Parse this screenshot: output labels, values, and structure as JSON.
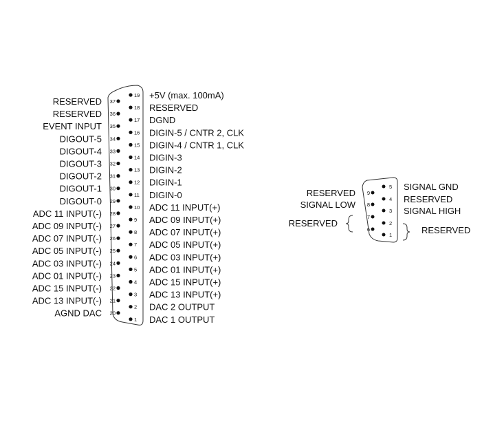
{
  "db37": {
    "right_pins": [
      {
        "num": "19",
        "label": "+5V (max. 100mA)"
      },
      {
        "num": "18",
        "label": "RESERVED"
      },
      {
        "num": "17",
        "label": "DGND"
      },
      {
        "num": "16",
        "label": "DIGIN-5 / CNTR 2, CLK"
      },
      {
        "num": "15",
        "label": "DIGIN-4 / CNTR 1, CLK"
      },
      {
        "num": "14",
        "label": "DIGIN-3"
      },
      {
        "num": "13",
        "label": "DIGIN-2"
      },
      {
        "num": "12",
        "label": "DIGIN-1"
      },
      {
        "num": "11",
        "label": "DIGIN-0"
      },
      {
        "num": "10",
        "label": "ADC 11 INPUT(+)"
      },
      {
        "num": "9",
        "label": "ADC 09 INPUT(+)"
      },
      {
        "num": "8",
        "label": "ADC 07 INPUT(+)"
      },
      {
        "num": "7",
        "label": "ADC 05 INPUT(+)"
      },
      {
        "num": "6",
        "label": "ADC 03 INPUT(+)"
      },
      {
        "num": "5",
        "label": "ADC 01 INPUT(+)"
      },
      {
        "num": "4",
        "label": "ADC 15 INPUT(+)"
      },
      {
        "num": "3",
        "label": "ADC 13 INPUT(+)"
      },
      {
        "num": "2",
        "label": "DAC 2 OUTPUT"
      },
      {
        "num": "1",
        "label": "DAC 1 OUTPUT"
      }
    ],
    "left_pins": [
      {
        "num": "37",
        "label": "RESERVED"
      },
      {
        "num": "36",
        "label": "RESERVED"
      },
      {
        "num": "35",
        "label": "EVENT INPUT"
      },
      {
        "num": "34",
        "label": "DIGOUT-5"
      },
      {
        "num": "33",
        "label": "DIGOUT-4"
      },
      {
        "num": "32",
        "label": "DIGOUT-3"
      },
      {
        "num": "31",
        "label": "DIGOUT-2"
      },
      {
        "num": "30",
        "label": "DIGOUT-1"
      },
      {
        "num": "29",
        "label": "DIGOUT-0"
      },
      {
        "num": "28",
        "label": "ADC 11 INPUT(-)"
      },
      {
        "num": "27",
        "label": "ADC 09 INPUT(-)"
      },
      {
        "num": "26",
        "label": "ADC 07 INPUT(-)"
      },
      {
        "num": "25",
        "label": "ADC 05 INPUT(-)"
      },
      {
        "num": "24",
        "label": "ADC 03 INPUT(-)"
      },
      {
        "num": "23",
        "label": "ADC 01 INPUT(-)"
      },
      {
        "num": "22",
        "label": "ADC 15 INPUT(-)"
      },
      {
        "num": "21",
        "label": "ADC 13 INPUT(-)"
      },
      {
        "num": "20",
        "label": "AGND DAC"
      }
    ]
  },
  "db9": {
    "right_pins": [
      {
        "num": "5",
        "label": "SIGNAL GND"
      },
      {
        "num": "4",
        "label": "RESERVED"
      },
      {
        "num": "3",
        "label": "SIGNAL HIGH"
      },
      {
        "num": "2",
        "label": ""
      },
      {
        "num": "1",
        "label": ""
      }
    ],
    "left_pins": [
      {
        "num": "9",
        "label": "RESERVED"
      },
      {
        "num": "8",
        "label": "SIGNAL LOW"
      },
      {
        "num": "7",
        "label": ""
      },
      {
        "num": "6",
        "label": ""
      }
    ],
    "brace_left_label": "RESERVED",
    "brace_right_label": "RESERVED"
  }
}
